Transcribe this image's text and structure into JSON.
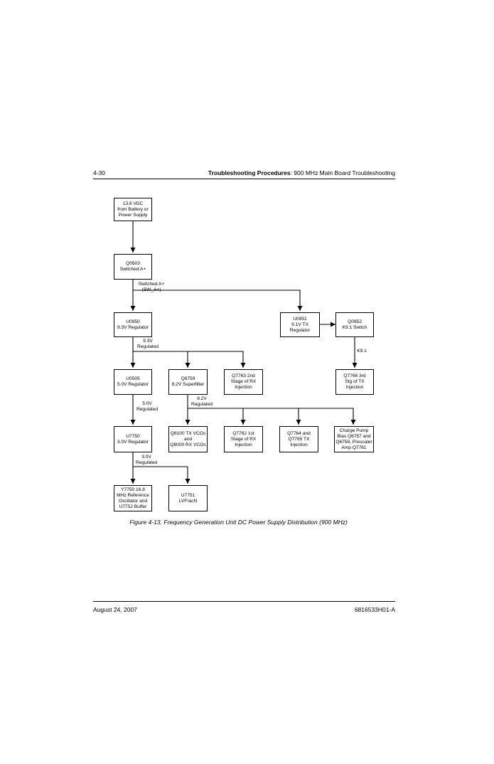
{
  "header": {
    "page_number": "4-30",
    "section_bold": "Troubleshooting Procedures",
    "section_rest": ": 900 MHz Main Board Troubleshooting"
  },
  "diagram": {
    "boxes": {
      "power_source": "13.6 VDC\nfrom Battery or\nPower Supply",
      "q0503": "Q0503\nSwitched A+",
      "u0950": "U0950\n9.3V Regulator",
      "u0951": "U0951\n9.1V TX\nRegulator",
      "q0952": "Q0952\nK9.1 Switch",
      "u0505": "U0505\n5.0V Regulator",
      "q6759": "Q6759\n8.2V Superfilter",
      "q7763": "Q7763 2nd\nStage of RX\nInjection",
      "q7766": "Q7766 3rd\nStg of TX\nInjection",
      "u7750": "U7750\n3.0V Regulator",
      "q8100": "Q8100 TX VCOs\nand\nQ8000 RX VCOs",
      "q7762": "Q7762 1st\nStage of RX\nInjection",
      "q7764": "Q7764 and\nQ7765 TX\nInjection",
      "charge_pump": "Charge Pump\nBias Q6757 and\nQ6758, Prescaler\nAmp Q7761",
      "y7750": "Y7750 16.8\nMHz Reference\nOscillator and\nU7752 Buffer",
      "u7751": "U7751\nLVFracN"
    },
    "labels": {
      "switched_a": "Switched A+\n(SW_A+)",
      "v93": "9.3V\nRegulated",
      "k91": "K9.1",
      "v50": "5.0V\nRegulated",
      "v82": "8.2V\nRegulated",
      "v30": "3.0V\nRegulated"
    }
  },
  "caption": "Figure 4-13.  Frequency Generation Unit DC Power Supply Distribution (900 MHz)",
  "footer": {
    "date": "August 24, 2007",
    "doc_number": "6816533H01-A"
  }
}
